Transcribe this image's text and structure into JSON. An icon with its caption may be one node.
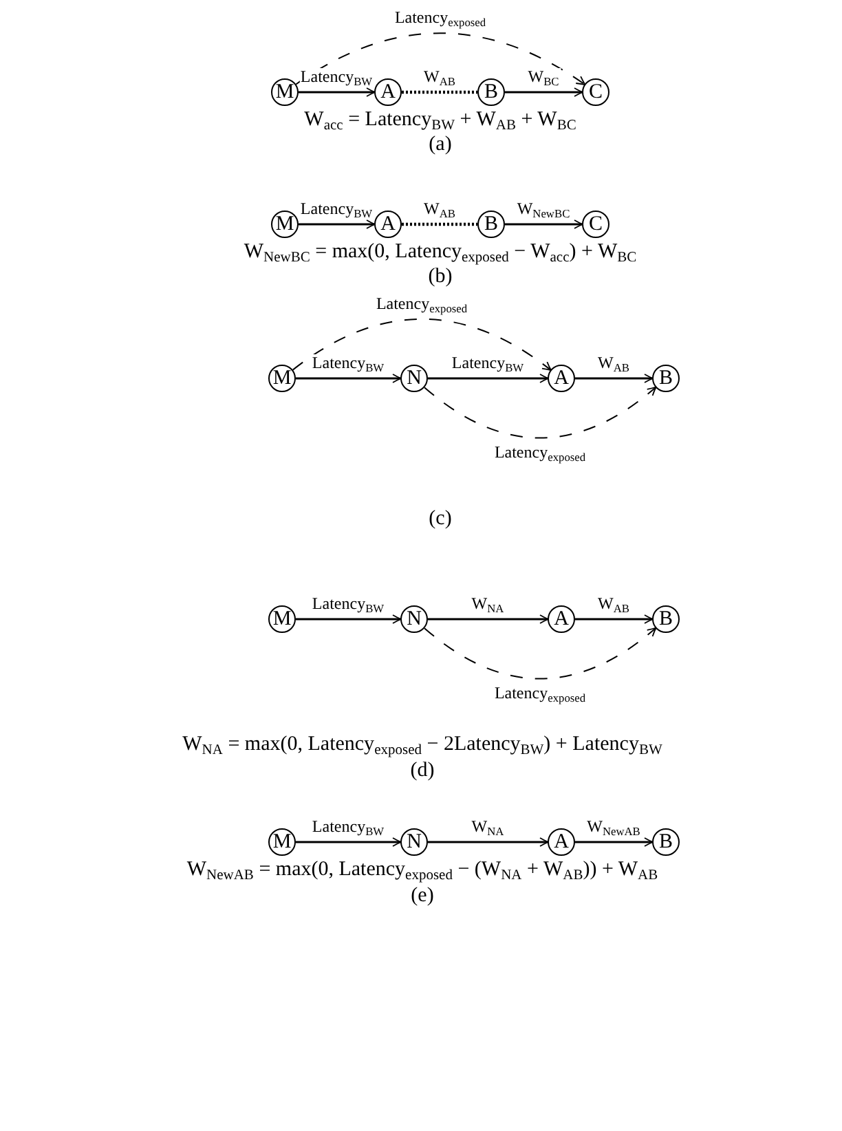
{
  "diagram": {
    "nodes": [
      {
        "text": [
          "M"
        ]
      },
      {
        "text": [
          "A"
        ]
      },
      {
        "text": [
          "B"
        ]
      },
      {
        "text": [
          "C"
        ]
      },
      {
        "text": [
          "M"
        ]
      },
      {
        "text": [
          "A"
        ]
      },
      {
        "text": [
          "B"
        ]
      },
      {
        "text": [
          "C"
        ]
      },
      {
        "text": [
          "M"
        ]
      },
      {
        "text": [
          "N"
        ]
      },
      {
        "text": [
          "A"
        ]
      },
      {
        "text": [
          "B"
        ]
      },
      {
        "text": [
          "M"
        ]
      },
      {
        "text": [
          "N"
        ]
      },
      {
        "text": [
          "A"
        ]
      },
      {
        "text": [
          "B"
        ]
      },
      {
        "text": [
          "M"
        ]
      },
      {
        "text": [
          "N"
        ]
      },
      {
        "text": [
          "A"
        ]
      },
      {
        "text": [
          "B"
        ]
      }
    ],
    "edges": [
      {
        "from": 0,
        "to": 1,
        "arrow": "to",
        "label": "Latency$_{BW}$"
      },
      {
        "from": 1,
        "to": 2,
        "arrow": "none",
        "label": "W$_{AB}$",
        "style": "dashed"
      },
      {
        "from": 2,
        "to": 3,
        "arrow": "to",
        "label": "W$_{BC}$"
      },
      {
        "from": 0,
        "to": 3,
        "arrow": "to",
        "label": "Latency$_{exposed}$",
        "style": "dashed"
      },
      {
        "from": 4,
        "to": 5,
        "arrow": "to",
        "label": "Latency$_{BW}$"
      },
      {
        "from": 5,
        "to": 6,
        "arrow": "none",
        "label": "W$_{AB}$",
        "style": "dashed"
      },
      {
        "from": 6,
        "to": 7,
        "arrow": "to",
        "label": "W$_{NewBC}$"
      },
      {
        "from": 8,
        "to": 9,
        "arrow": "to",
        "label": "Latency$_{BW}$"
      },
      {
        "from": 9,
        "to": 10,
        "arrow": "to",
        "label": "Latency$_{BW}$"
      },
      {
        "from": 10,
        "to": 11,
        "arrow": "to",
        "label": "W$_{AB}$"
      },
      {
        "from": 8,
        "to": 10,
        "arrow": "to",
        "label": "Latency$_{exposed}$",
        "style": "dashed"
      },
      {
        "from": 9,
        "to": 11,
        "arrow": "to",
        "label": "Latency$_{exposed}$",
        "style": "dashed"
      },
      {
        "from": 12,
        "to": 13,
        "arrow": "to",
        "label": "Latency$_{BW}$"
      },
      {
        "from": 13,
        "to": 14,
        "arrow": "to",
        "label": "W$_{NA}$"
      },
      {
        "from": 14,
        "to": 15,
        "arrow": "to",
        "label": "W$_{AB}$"
      },
      {
        "from": 13,
        "to": 15,
        "arrow": "to",
        "label": "Latency$_{exposed}$",
        "style": "dashed"
      },
      {
        "from": 16,
        "to": 17,
        "arrow": "to",
        "label": "Latency$_{BW}$"
      },
      {
        "from": 17,
        "to": 18,
        "arrow": "to",
        "label": "W$_{NA}$"
      },
      {
        "from": 18,
        "to": 19,
        "arrow": "to",
        "label": "W$_{NewAB}$"
      }
    ],
    "labels": [
      "W$_{acc}$ = Latency$_{BW}$ + W$_{AB}$ + W$_{BC}$",
      "(a)",
      "W$_{NewBC}$ = max(0, Latency$_{exposed}$ − W$_{acc}$) + W$_{BC}$",
      "(b)",
      "(c)",
      "W$_{NA}$ = max(0, Latency$_{exposed}$ − 2Latency$_{BW}$) + Latency$_{BW}$",
      "(d)",
      "W$_{NewAB}$ = max(0, Latency$_{exposed}$ − (W$_{NA}$ + W$_{AB}$)) + W$_{AB}$",
      "(e)"
    ]
  }
}
